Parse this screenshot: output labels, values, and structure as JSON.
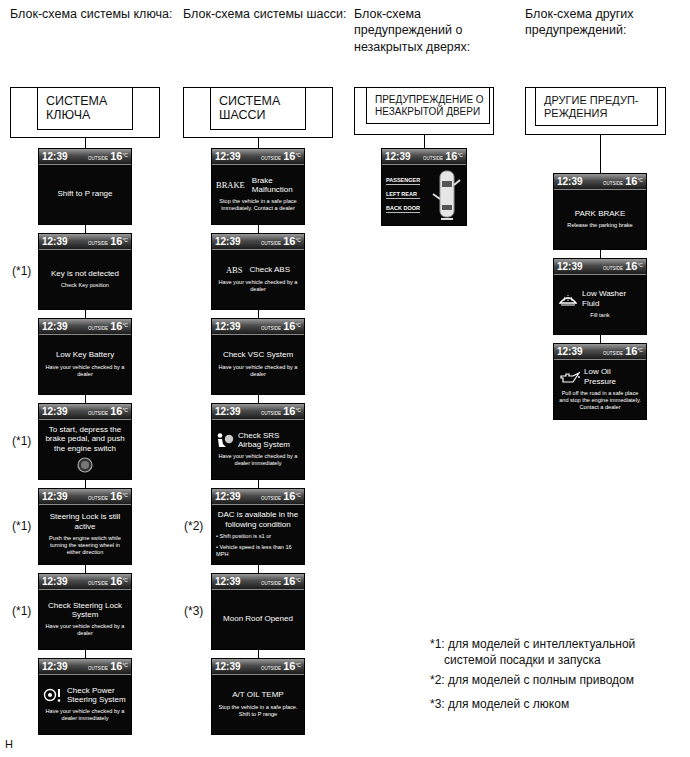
{
  "diagram": {
    "nodes": [
      {
        "text": [
          "СИСТЕМА КЛЮЧА"
        ]
      },
      {
        "text": [
          "12:39",
          "OUTSIDE",
          "16",
          "°C",
          "Shift to P range"
        ]
      },
      {
        "text": [
          "12:39",
          "OUTSIDE",
          "16",
          "°C",
          "Key is not detected",
          "Check Key position"
        ]
      },
      {
        "text": [
          "12:39",
          "OUTSIDE",
          "16",
          "°C",
          "Low Key Battery",
          "Have your vehicle checked by a dealer"
        ]
      },
      {
        "text": [
          "12:39",
          "OUTSIDE",
          "16",
          "°C",
          "To start, depress the brake pedal, and push the engine switch"
        ]
      },
      {
        "text": [
          "12:39",
          "OUTSIDE",
          "16",
          "°C",
          "Steering Lock is still active",
          "Push the engine switch while turning the steering wheel in either direction"
        ]
      },
      {
        "text": [
          "12:39",
          "OUTSIDE",
          "16",
          "°C",
          "Check Steering Lock System",
          "Have your vehicle checked by a dealer"
        ]
      },
      {
        "text": [
          "12:39",
          "OUTSIDE",
          "16",
          "°C",
          "Check Power Steering System",
          "Have your vehicle checked by a dealer immediately"
        ]
      },
      {
        "text": [
          "СИСТЕМА ШАССИ"
        ]
      },
      {
        "text": [
          "12:39",
          "OUTSIDE",
          "16",
          "°C",
          "BRAKE",
          "Brake Malfunction",
          "Stop the vehicle in a safe place immediately. Contact a dealer"
        ]
      },
      {
        "text": [
          "12:39",
          "OUTSIDE",
          "16",
          "°C",
          "ABS",
          "Check ABS",
          "Have your vehicle checked by a dealer"
        ]
      },
      {
        "text": [
          "12:39",
          "OUTSIDE",
          "16",
          "°C",
          "Check VSC System",
          "Have your vehicle checked by a dealer"
        ]
      },
      {
        "text": [
          "12:39",
          "OUTSIDE",
          "16",
          "°C",
          "Check SRS Airbag System",
          "Have your vehicle checked by a dealer immediately"
        ]
      },
      {
        "text": [
          "12:39",
          "OUTSIDE",
          "16",
          "°C",
          "DAC is available in the following condition",
          "• Shift position is s1 or",
          "• Vehicle speed is less than 16 MPH"
        ]
      },
      {
        "text": [
          "12:39",
          "OUTSIDE",
          "16",
          "°C",
          "Moon Roof Opened"
        ]
      },
      {
        "text": [
          "12:39",
          "OUTSIDE",
          "16",
          "°C",
          "A/T OIL TEMP",
          "Stop the vehicle in a safe place. Shift to P range"
        ]
      },
      {
        "text": [
          "ПРЕДУПРЕЖДЕНИЕ О НЕЗАКРЫТОЙ ДВЕРИ"
        ]
      },
      {
        "text": [
          "12:39",
          "OUTSIDE",
          "16",
          "°C",
          "PASSENGER",
          "LEFT REAR",
          "BACK DOOR"
        ]
      },
      {
        "text": [
          "ДРУГИЕ ПРЕДУП- РЕЖДЕНИЯ"
        ]
      },
      {
        "text": [
          "12:39",
          "OUTSIDE",
          "16",
          "°C",
          "PARK BRAKE",
          "Release the parking brake"
        ]
      },
      {
        "text": [
          "12:39",
          "OUTSIDE",
          "16",
          "°C",
          "Low Washer Fluid",
          "Fill tank"
        ]
      },
      {
        "text": [
          "12:39",
          "OUTSIDE",
          "16",
          "°C",
          "Low Oil Pressure",
          "Pull off the road in a safe place and stop the engine immediately. Contact a dealer"
        ]
      }
    ],
    "edges": [
      {
        "from": 0,
        "to": 1,
        "arrow": "none"
      },
      {
        "from": 1,
        "to": 2,
        "arrow": "none"
      },
      {
        "from": 2,
        "to": 3,
        "arrow": "none"
      },
      {
        "from": 3,
        "to": 4,
        "arrow": "none"
      },
      {
        "from": 4,
        "to": 5,
        "arrow": "none"
      },
      {
        "from": 5,
        "to": 6,
        "arrow": "none"
      },
      {
        "from": 6,
        "to": 7,
        "arrow": "none"
      },
      {
        "from": 8,
        "to": 9,
        "arrow": "none"
      },
      {
        "from": 9,
        "to": 10,
        "arrow": "none"
      },
      {
        "from": 10,
        "to": 11,
        "arrow": "none"
      },
      {
        "from": 11,
        "to": 12,
        "arrow": "none"
      },
      {
        "from": 12,
        "to": 13,
        "arrow": "none"
      },
      {
        "from": 13,
        "to": 14,
        "arrow": "none"
      },
      {
        "from": 14,
        "to": 15,
        "arrow": "none"
      },
      {
        "from": 16,
        "to": 17,
        "arrow": "none"
      },
      {
        "from": 18,
        "to": 19,
        "arrow": "none"
      },
      {
        "from": 19,
        "to": 20,
        "arrow": "none"
      },
      {
        "from": 20,
        "to": 21,
        "arrow": "none"
      }
    ],
    "labels": [
      "Блок-схема системы ключа:",
      "Блок-схема системы шасси:",
      "Блок-схема предупреждений о незакрытых дверях:",
      "Блок-схема других предупреждений:",
      "(*1)",
      "(*1)",
      "(*1)",
      "(*1)",
      "(*2)",
      "(*3)",
      "*1: для моделей с интеллектуальной системой посадки и запуска",
      "*2: для моделей с полным приводом",
      "*3: для моделей с люком",
      "H"
    ]
  }
}
